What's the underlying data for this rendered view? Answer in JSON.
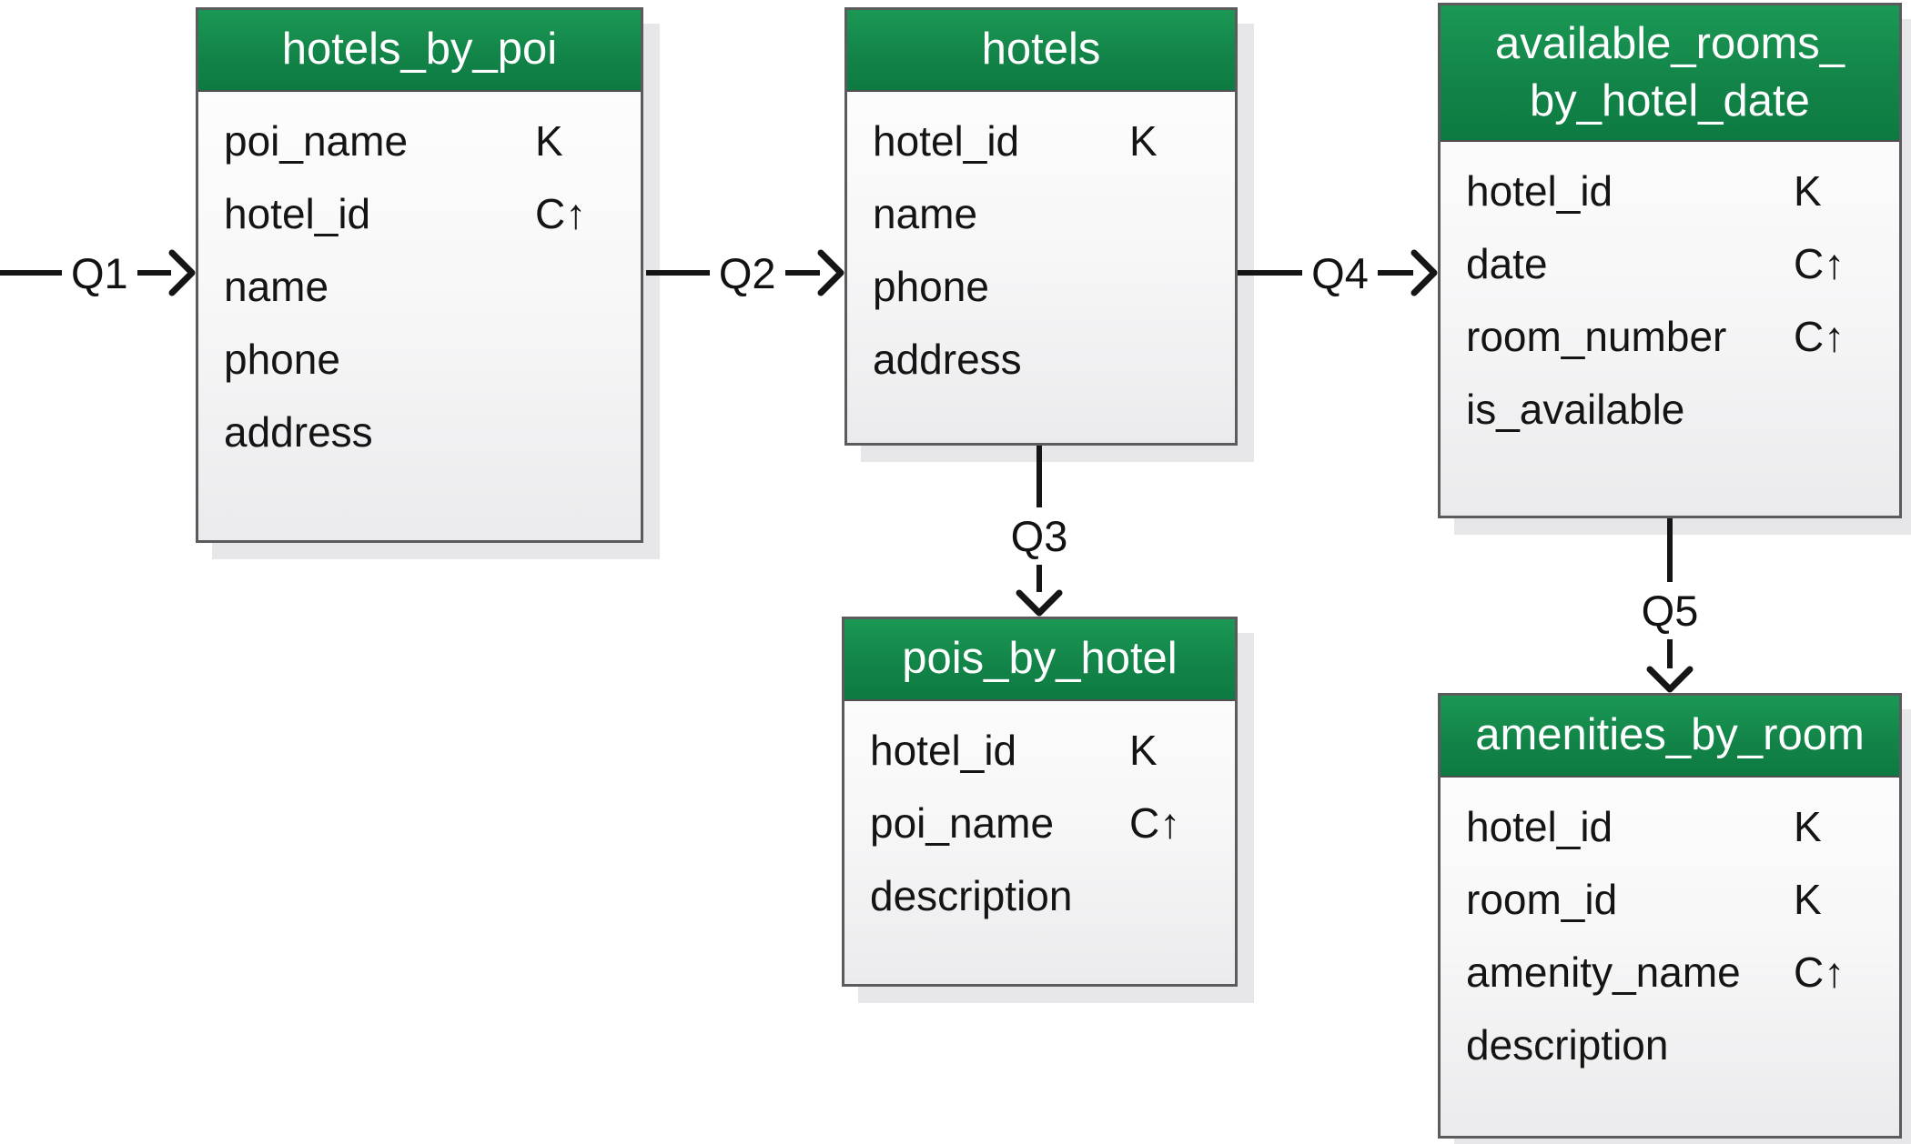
{
  "diagram": {
    "kind": "database-schema-diagram",
    "colors": {
      "header_green": "#13894a",
      "header_green_top": "#1b9854",
      "header_green_bottom": "#0d7b41",
      "table_border_gray": "#5b5b5d",
      "table_shadow_gray": "#e7e7e9",
      "body_gradient_bottom": "#ebebed",
      "text_black": "#141414",
      "arrow_black": "#151515"
    },
    "tables": [
      {
        "name": "hotels_by_poi",
        "title_lines": [
          "hotels_by_poi"
        ],
        "fields": [
          {
            "name": "poi_name",
            "key": "K"
          },
          {
            "name": "hotel_id",
            "key": "C↑"
          },
          {
            "name": "name",
            "key": ""
          },
          {
            "name": "phone",
            "key": ""
          },
          {
            "name": "address",
            "key": ""
          }
        ]
      },
      {
        "name": "hotels",
        "title_lines": [
          "hotels"
        ],
        "fields": [
          {
            "name": "hotel_id",
            "key": "K"
          },
          {
            "name": "name",
            "key": ""
          },
          {
            "name": "phone",
            "key": ""
          },
          {
            "name": "address",
            "key": ""
          }
        ]
      },
      {
        "name": "available_rooms_by_hotel_date",
        "title_lines": [
          "available_rooms_",
          "by_hotel_date"
        ],
        "fields": [
          {
            "name": "hotel_id",
            "key": "K"
          },
          {
            "name": "date",
            "key": "C↑"
          },
          {
            "name": "room_number",
            "key": "C↑"
          },
          {
            "name": "is_available",
            "key": ""
          }
        ]
      },
      {
        "name": "pois_by_hotel",
        "title_lines": [
          "pois_by_hotel"
        ],
        "fields": [
          {
            "name": "hotel_id",
            "key": "K"
          },
          {
            "name": "poi_name",
            "key": "C↑"
          },
          {
            "name": "description",
            "key": ""
          }
        ]
      },
      {
        "name": "amenities_by_room",
        "title_lines": [
          "amenities_by_room"
        ],
        "fields": [
          {
            "name": "hotel_id",
            "key": "K"
          },
          {
            "name": "room_id",
            "key": "K"
          },
          {
            "name": "amenity_name",
            "key": "C↑"
          },
          {
            "name": "description",
            "key": ""
          }
        ]
      }
    ],
    "queries": [
      {
        "label": "Q1"
      },
      {
        "label": "Q2"
      },
      {
        "label": "Q3"
      },
      {
        "label": "Q4"
      },
      {
        "label": "Q5"
      }
    ]
  }
}
